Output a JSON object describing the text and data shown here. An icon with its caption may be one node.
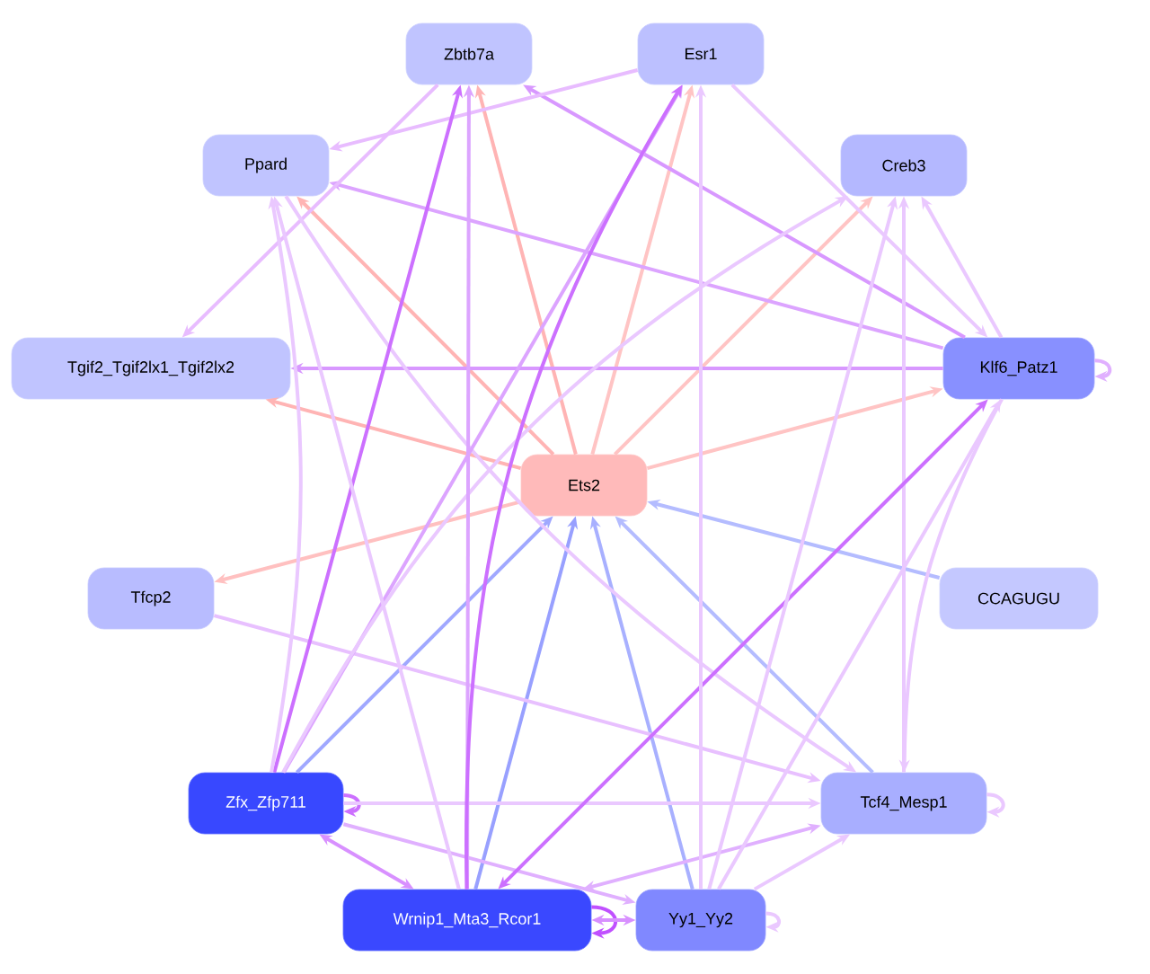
{
  "diagram": {
    "nodes": [
      {
        "text": [
          "Zbtb7a"
        ]
      },
      {
        "text": [
          "Esr1"
        ]
      },
      {
        "text": [
          "Ppard"
        ]
      },
      {
        "text": [
          "Creb3"
        ]
      },
      {
        "text": [
          "Tgif2_Tgif2lx1_Tgif2lx2"
        ]
      },
      {
        "text": [
          "Klf6_Patz1"
        ]
      },
      {
        "text": [
          "Ets2"
        ]
      },
      {
        "text": [
          "Tfcp2"
        ]
      },
      {
        "text": [
          "CCAGUGU"
        ]
      },
      {
        "text": [
          "Zfx_Zfp711"
        ]
      },
      {
        "text": [
          "Tcf4_Mesp1"
        ]
      },
      {
        "text": [
          "Wrnip1_Mta3_Rcor1"
        ]
      },
      {
        "text": [
          "Yy1_Yy2"
        ]
      }
    ],
    "edges": [
      {
        "from": 6,
        "to": 0,
        "arrow": "to",
        "color": "#ffb4b4"
      },
      {
        "from": 6,
        "to": 1,
        "arrow": "to",
        "color": "#ffc4c4"
      },
      {
        "from": 6,
        "to": 2,
        "arrow": "to",
        "color": "#ffb4b4"
      },
      {
        "from": 6,
        "to": 3,
        "arrow": "to",
        "color": "#ffc4c4"
      },
      {
        "from": 6,
        "to": 4,
        "arrow": "to",
        "color": "#ffb4b4"
      },
      {
        "from": 6,
        "to": 5,
        "arrow": "to",
        "color": "#ffc4c4"
      },
      {
        "from": 6,
        "to": 7,
        "arrow": "to",
        "color": "#ffc0c0"
      },
      {
        "from": 9,
        "to": 6,
        "arrow": "to",
        "color": "#a0a8ff"
      },
      {
        "from": 11,
        "to": 6,
        "arrow": "to",
        "color": "#98a0ff"
      },
      {
        "from": 12,
        "to": 6,
        "arrow": "to",
        "color": "#a8b0ff"
      },
      {
        "from": 10,
        "to": 6,
        "arrow": "to",
        "color": "#b4bcff"
      },
      {
        "from": 8,
        "to": 6,
        "arrow": "to",
        "color": "#b4bcff"
      },
      {
        "from": 5,
        "to": 4,
        "arrow": "to",
        "color": "#d898ff"
      },
      {
        "from": 5,
        "to": 0,
        "arrow": "to",
        "color": "#d898ff"
      },
      {
        "from": 5,
        "to": 2,
        "arrow": "to",
        "color": "#dca4ff"
      },
      {
        "from": 5,
        "to": 3,
        "arrow": "to"
      },
      {
        "from": 5,
        "to": 5,
        "arrow": "to",
        "color": "#e0b0ff"
      },
      {
        "from": 5,
        "to": 10,
        "arrow": "to"
      },
      {
        "from": 1,
        "to": 2,
        "arrow": "to",
        "color": "#e8bcff"
      },
      {
        "from": 1,
        "to": 5,
        "arrow": "to"
      },
      {
        "from": 0,
        "to": 4,
        "arrow": "to",
        "color": "#e8bcff"
      },
      {
        "from": 2,
        "to": 10,
        "arrow": "to"
      },
      {
        "from": 7,
        "to": 10,
        "arrow": "to",
        "color": "#e8c0ff"
      },
      {
        "from": 10,
        "to": 3,
        "arrow": "to"
      },
      {
        "from": 10,
        "to": 10,
        "arrow": "to"
      },
      {
        "from": 9,
        "to": 0,
        "arrow": "to",
        "color": "#cc70ff"
      },
      {
        "from": 9,
        "to": 1,
        "arrow": "to",
        "color": "#dca4ff"
      },
      {
        "from": 9,
        "to": 2,
        "arrow": "to"
      },
      {
        "from": 9,
        "to": 3,
        "arrow": "to"
      },
      {
        "from": 9,
        "to": 9,
        "arrow": "to",
        "color": "#cc70ff"
      },
      {
        "from": 9,
        "to": 10,
        "arrow": "to"
      },
      {
        "from": 9,
        "to": 12,
        "arrow": "to",
        "color": "#e0b0ff"
      },
      {
        "from": 9,
        "to": 11,
        "arrow": "both",
        "color": "#d890ff"
      },
      {
        "from": 11,
        "to": 0,
        "arrow": "to",
        "color": "#dca4ff"
      },
      {
        "from": 11,
        "to": 1,
        "arrow": "to",
        "color": "#cc70ff"
      },
      {
        "from": 11,
        "to": 2,
        "arrow": "to"
      },
      {
        "from": 11,
        "to": 5,
        "arrow": "both",
        "color": "#cc70ff"
      },
      {
        "from": 11,
        "to": 10,
        "arrow": "both",
        "color": "#e0b0ff"
      },
      {
        "from": 11,
        "to": 11,
        "arrow": "to",
        "color": "#c050ff"
      },
      {
        "from": 11,
        "to": 12,
        "arrow": "both",
        "color": "#d890ff"
      },
      {
        "from": 12,
        "to": 1,
        "arrow": "to"
      },
      {
        "from": 12,
        "to": 3,
        "arrow": "to"
      },
      {
        "from": 12,
        "to": 5,
        "arrow": "to"
      },
      {
        "from": 12,
        "to": 10,
        "arrow": "to"
      },
      {
        "from": 12,
        "to": 12,
        "arrow": "to"
      }
    ]
  }
}
